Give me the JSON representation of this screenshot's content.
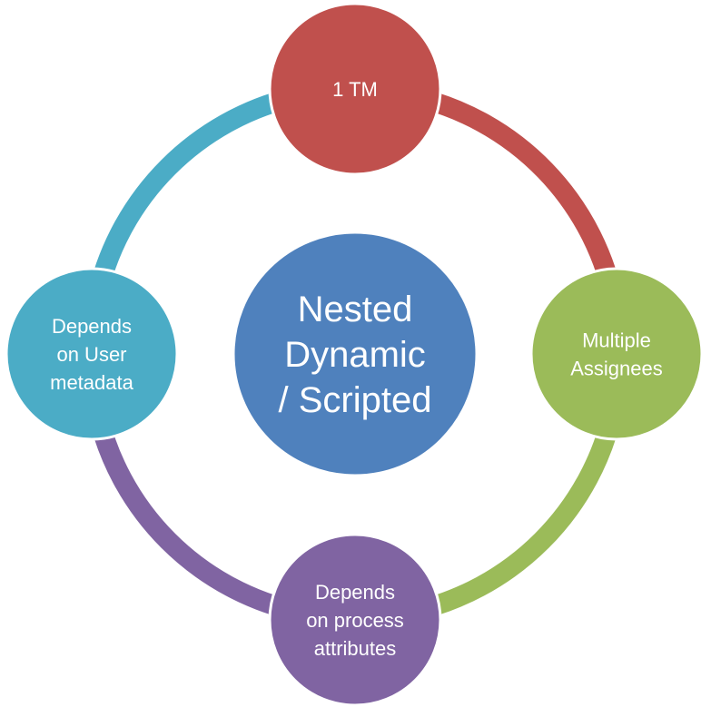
{
  "center": {
    "lines": [
      "Nested",
      "Dynamic",
      "/ Scripted"
    ],
    "color": "#4F81BD"
  },
  "nodes": [
    {
      "id": "top",
      "lines": [
        "1 TM"
      ],
      "color": "#C0504D"
    },
    {
      "id": "right",
      "lines": [
        "Multiple",
        "Assignees"
      ],
      "color": "#9BBB59"
    },
    {
      "id": "bottom",
      "lines": [
        "Depends",
        "on process",
        "attributes"
      ],
      "color": "#8064A2"
    },
    {
      "id": "left",
      "lines": [
        "Depends",
        "on User",
        "metadata"
      ],
      "color": "#4BACC6"
    }
  ]
}
